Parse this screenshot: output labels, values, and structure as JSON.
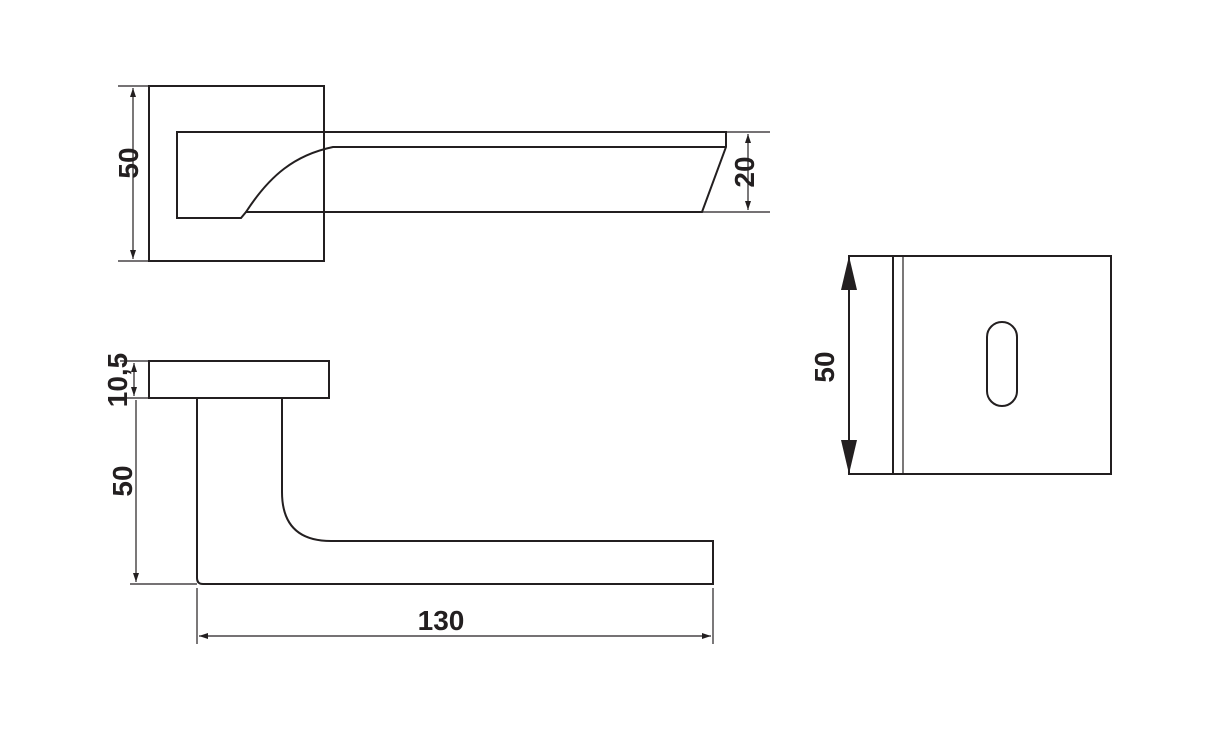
{
  "drawing": {
    "top_view": {
      "rose_height": "50",
      "handle_height": "20"
    },
    "side_view": {
      "rose_thickness": "10,5",
      "handle_drop": "50",
      "handle_length": "130"
    },
    "escutcheon": {
      "plate_size": "50"
    }
  },
  "colors": {
    "line": "#231f20",
    "background": "#ffffff"
  }
}
